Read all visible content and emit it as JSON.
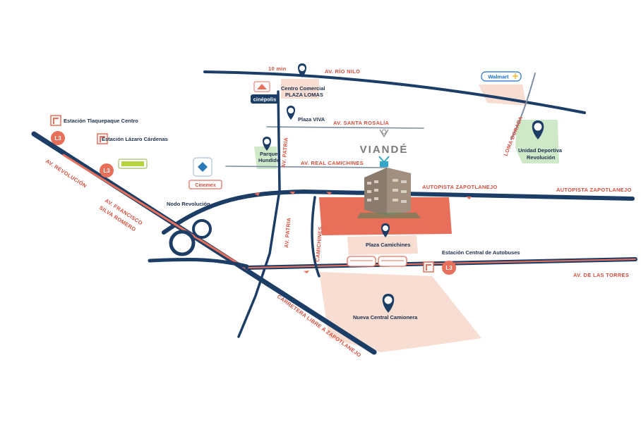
{
  "map": {
    "brand": "VIANDÉ",
    "time_label": "10 min",
    "colors": {
      "road": "#1b3d66",
      "accent": "#e8705a",
      "zone": "#f7ddd2",
      "park": "#cfe8c8",
      "pin": "#1b3d66"
    },
    "roads": {
      "rio_nilo": "AV. RÍO NILO",
      "santa_rosalia": "AV. SANTA ROSALÍA",
      "real_camichines": "AV. REAL CAMICHINES",
      "patria_north": "AV. PATRIA",
      "patria_south": "AV. PATRIA",
      "autopista_center": "AUTOPISTA ZAPOTLANEJO",
      "autopista_east": "AUTOPISTA ZAPOTLANEJO",
      "revolucion": "AV. REVOLUCIÓN",
      "silva_romero_1": "AV. FRANCISCO",
      "silva_romero_2": "SILVA ROMERO",
      "loma_dorada": "LOMA DORADA",
      "camichines_vertical": "CAMICHINES",
      "de_las_torres": "AV. DE LAS TORRES",
      "carretera_libre": "CARRETERA LIBRE A ZAPOTLANEJO"
    },
    "places": {
      "plaza_lomas_1": "Centro Comercial",
      "plaza_lomas_2": "PLAZA LOMAS",
      "plaza_viva": "Plaza VIVA",
      "parque_1": "Parque",
      "parque_2": "Hundido",
      "walmart": "Walmart",
      "unidad_1": "Unidad Deportiva",
      "unidad_2": "Revolución",
      "plaza_camichines": "Plaza Camichines",
      "central_autobuses": "Estación Central de Autobuses",
      "nueva_central": "Nueva Central Camionera",
      "nodo_revolucion": "Nodo Revolución",
      "tlaquepaque": "Estación Tlaquepaque Centro",
      "lazaro": "Estación Lázaro Cárdenas",
      "cinepolis": "cinépolis",
      "cinemex": "Cinemex"
    },
    "line_badges": {
      "west": "L3",
      "lazaro": "L3",
      "central": "L3"
    }
  }
}
